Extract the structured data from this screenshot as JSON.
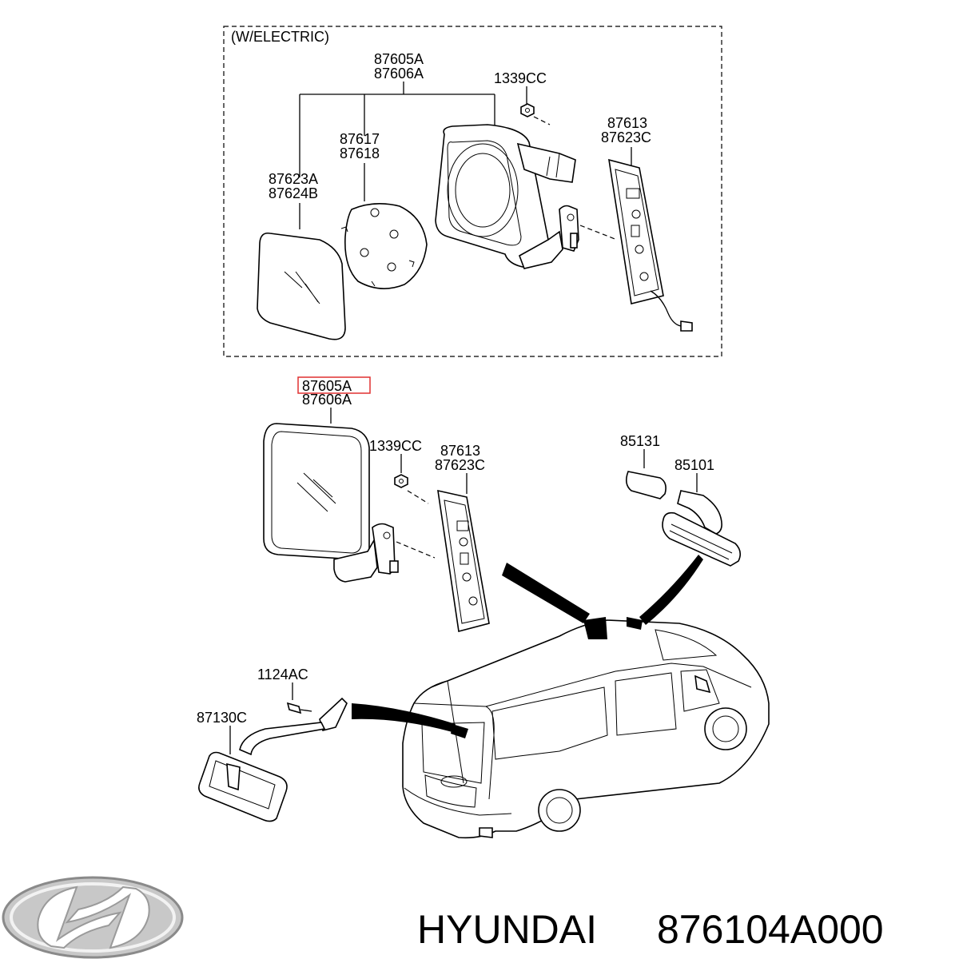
{
  "inset": {
    "header": "(W/ELECTRIC)",
    "labels": {
      "mirror_assy": [
        "87605A",
        "87606A"
      ],
      "nut": "1339CC",
      "actuator": [
        "87617",
        "87618"
      ],
      "glass": [
        "87623A",
        "87624B"
      ],
      "cover": [
        "87613",
        "87623C"
      ]
    }
  },
  "main": {
    "labels": {
      "mirror_assy": [
        "87605A",
        "87606A"
      ],
      "nut": "1339CC",
      "cover": [
        "87613",
        "87623C"
      ],
      "pad": "85131",
      "inside_mirror": "85101",
      "bolt": "1124AC",
      "rear_mirror": "87130C"
    },
    "highlight_color": "#e03030"
  },
  "footer": {
    "brand": "HYUNDAI",
    "part_number": "876104A000",
    "logo_icon": "hyundai-logo-icon"
  }
}
